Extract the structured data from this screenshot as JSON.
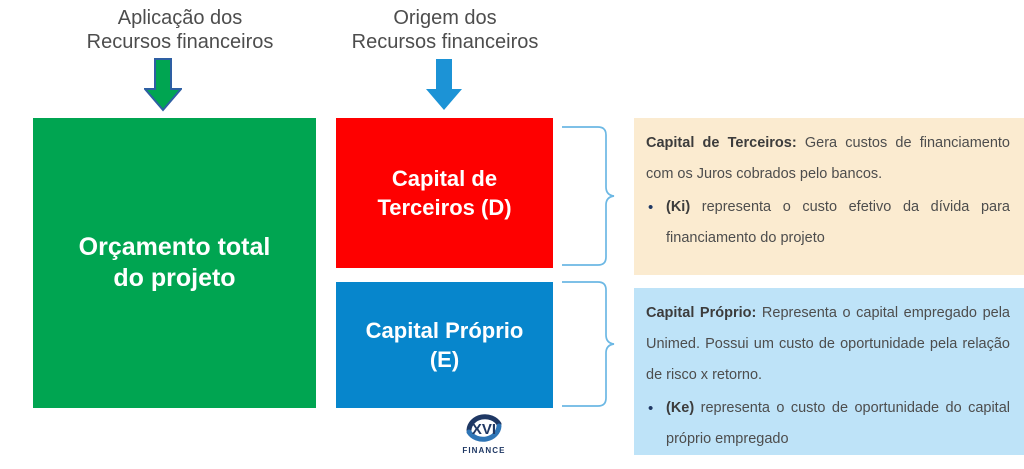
{
  "headings": {
    "aplicacao": "Aplicação dos\nRecursos financeiros",
    "origem": "Origem dos\nRecursos financeiros"
  },
  "boxes": {
    "orcamento": {
      "label": "Orçamento total\ndo projeto",
      "color": "#00A551"
    },
    "terceiros": {
      "label": "Capital de\nTerceiros (D)",
      "color": "#FE0000"
    },
    "proprio": {
      "label": "Capital Próprio\n(E)",
      "color": "#0786CC"
    }
  },
  "arrows": {
    "green": {
      "name": "down-arrow-green",
      "fill": "#00A551",
      "stroke": "#2E5FA3"
    },
    "blue": {
      "name": "down-arrow-blue",
      "fill": "#1C93D6",
      "stroke": "#1C93D6"
    }
  },
  "brackets": {
    "color": "#6CB8E4"
  },
  "panels": {
    "terceiros": {
      "background": "#FBEBD0",
      "lead": "Capital de Terceiros:",
      "body": " Gera custos de financiamento com os Juros cobrados pelo bancos.",
      "bullet_dot": "•",
      "bullet_key": "(Ki)",
      "bullet_body": " representa o custo efetivo da dívida para financiamento do projeto"
    },
    "proprio": {
      "background": "#BEE3F8",
      "lead": "Capital Próprio:",
      "body": " Representa o capital empregado pela Unimed. Possui um custo de oportunidade pela relação de risco x retorno.",
      "bullet_dot": "•",
      "bullet_key": "(Ke)",
      "bullet_body": " representa o custo de oportunidade do capital próprio empregado"
    }
  },
  "logo": {
    "mark_text": "XVI",
    "wordmark": "FINANCE",
    "color": "#1F3864"
  }
}
